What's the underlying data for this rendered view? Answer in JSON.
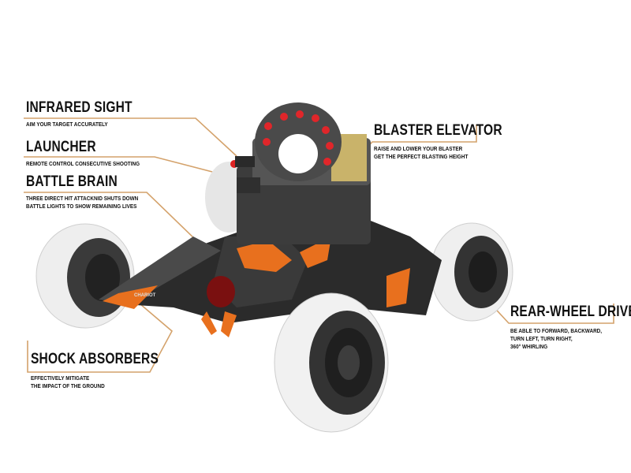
{
  "colors": {
    "leader_line": "#d4a26b",
    "accent": "#e8701e",
    "body": "#2b2b2b",
    "tire": "#f1f1f1"
  },
  "callouts": [
    {
      "id": "infrared-sight",
      "title": "INFRARED SIGHT",
      "lines": [
        "AIM YOUR TARGET ACCURATELY"
      ]
    },
    {
      "id": "launcher",
      "title": "LAUNCHER",
      "lines": [
        "REMOTE CONTROL CONSECUTIVE SHOOTING"
      ]
    },
    {
      "id": "battle-brain",
      "title": "BATTLE BRAIN",
      "lines": [
        "THREE DIRECT HIT ATTACKNID SHUTS DOWN",
        "BATTLE LIGHTS TO SHOW REMAINING LIVES"
      ]
    },
    {
      "id": "blaster-elevator",
      "title": "BLASTER ELEVATOR",
      "lines": [
        "RAISE AND  LOWER YOUR BLASTER",
        "GET THE PERFECT BLASTING HEIGHT"
      ]
    },
    {
      "id": "rear-wheel-drive",
      "title": "REAR-WHEEL DRIVE",
      "lines": [
        "BE ABLE TO FORWARD, BACKWARD,",
        "TURN LEFT, TURN RIGHT,",
        "360° WHIRLING"
      ]
    },
    {
      "id": "shock-absorbers",
      "title": "SHOCK ABSORBERS",
      "lines": [
        "EFFECTIVELY MITIGATE",
        "THE IMPACT OF THE GROUND"
      ]
    }
  ],
  "vehicle": {
    "badge": "CHARIOT"
  }
}
